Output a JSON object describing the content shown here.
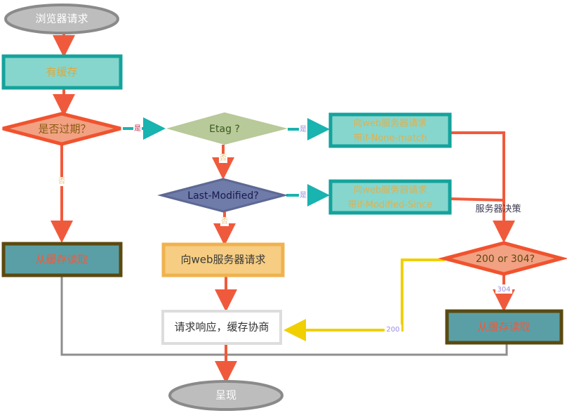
{
  "nodes": {
    "start": "浏览器请求",
    "has_cache": "有缓存",
    "expired": "是否过期？",
    "etag": "Etag ?",
    "last_modified": "Last-Modified?",
    "req_none_match_l1": "向web服务器请求",
    "req_none_match_l2": "带if-None-match",
    "req_modified_since_l1": "向web服务器请求",
    "req_modified_since_l2": "带if-Modified-Since",
    "server_decision": "服务器决策",
    "status_check": "200 or 304?",
    "read_cache_left": "从缓存读取",
    "read_cache_right": "从缓存读取",
    "request_server": "向web服务器请求",
    "response_negotiate": "请求响应，缓存协商",
    "end": "呈现"
  },
  "edges": {
    "expired_yes": "是",
    "expired_no": "否",
    "etag_yes": "是",
    "etag_no": "否",
    "lm_yes": "是",
    "lm_no": "否",
    "code_304": "304",
    "code_200": "200"
  },
  "colors": {
    "red": "#f05a3c",
    "teal": "#19b3b0",
    "yellow": "#f0d000",
    "gray": "#8e8e8e"
  }
}
